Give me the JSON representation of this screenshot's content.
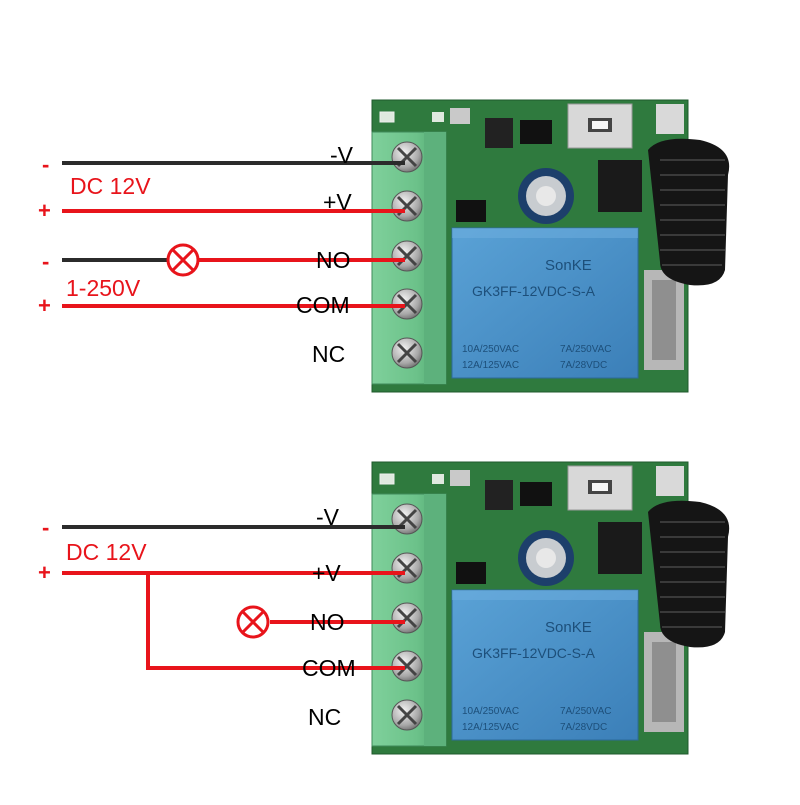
{
  "colors": {
    "wire_red": "#e8141b",
    "wire_black": "#2b2b2b",
    "pcb_green": "#2f7a3e",
    "terminal_green": "#6cc28a",
    "relay_blue": "#4a90c8",
    "antenna_black": "#1a1a1a",
    "text_red": "#e8141b",
    "text_black": "#000000"
  },
  "diagram_top": {
    "supply_label": "DC 12V",
    "load_label": "1-250V",
    "polarity": {
      "wire1": "-",
      "wire2": "+",
      "wire3": "-",
      "wire4": "+"
    },
    "terminals": [
      "-V",
      "+V",
      "NO",
      "COM",
      "NC"
    ],
    "lamp_icon": "lamp-icon"
  },
  "diagram_bottom": {
    "supply_label": "DC 12V",
    "polarity": {
      "wire1": "-",
      "wire2": "+"
    },
    "terminals": [
      "-V",
      "+V",
      "NO",
      "COM",
      "NC"
    ],
    "lamp_icon": "lamp-icon"
  },
  "relay": {
    "brand": "SonKE",
    "model": "GK3FF-12VDC-S-A",
    "ratings_left": [
      "10A/250VAC",
      "12A/125VAC"
    ],
    "ratings_right": [
      "7A/250VAC",
      "7A/28VDC"
    ]
  }
}
